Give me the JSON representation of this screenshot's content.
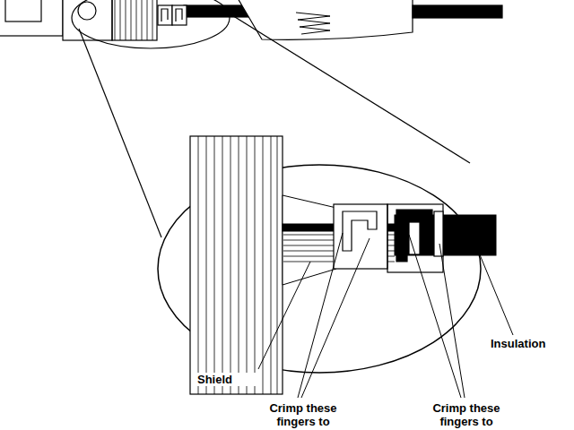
{
  "diagram": {
    "labels": [
      "Shield",
      "Insulation",
      "Crimp these fingers to",
      "Crimp these fingers to"
    ]
  }
}
